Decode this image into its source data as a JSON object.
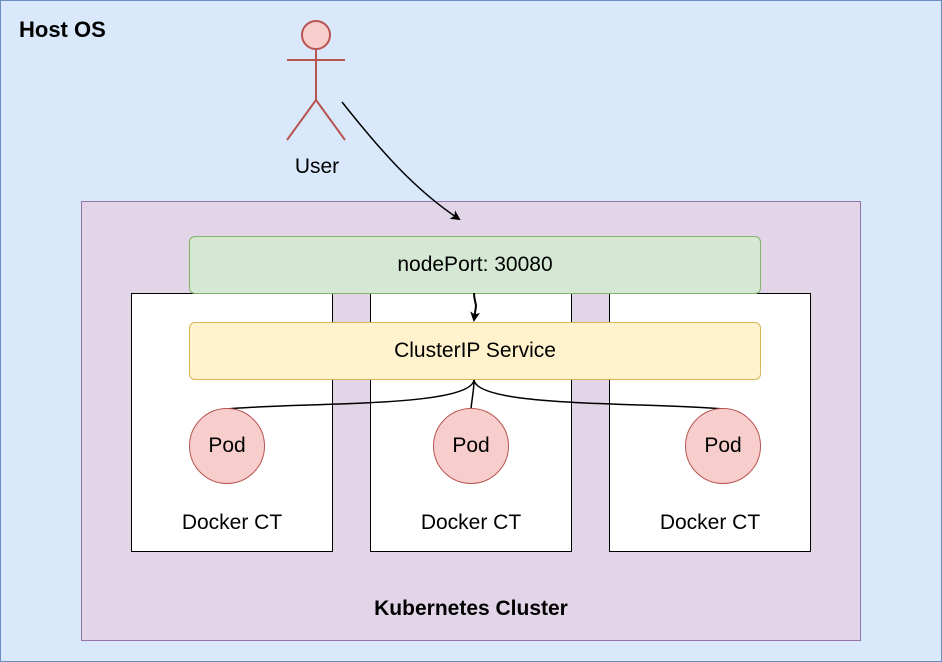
{
  "host_os": {
    "title": "Host OS"
  },
  "user": {
    "label": "User"
  },
  "cluster": {
    "title": "Kubernetes Cluster"
  },
  "node_port": {
    "label": "nodePort: 30080"
  },
  "cluster_ip": {
    "label": "ClusterIP Service"
  },
  "docker_containers": [
    {
      "label": "Docker CT"
    },
    {
      "label": "Docker CT"
    },
    {
      "label": "Docker CT"
    }
  ],
  "pods": [
    {
      "label": "Pod"
    },
    {
      "label": "Pod"
    },
    {
      "label": "Pod"
    }
  ],
  "colors": {
    "host_fill": "#dae8fc",
    "host_stroke": "#6c8ebf",
    "cluster_fill": "#e1d5e7",
    "cluster_stroke": "#9673a6",
    "nodeport_fill": "#d5e8d4",
    "nodeport_stroke": "#82b366",
    "clusterip_fill": "#fff2cc",
    "clusterip_stroke": "#d6b656",
    "pod_fill": "#f8cecc",
    "pod_stroke": "#b85450"
  }
}
